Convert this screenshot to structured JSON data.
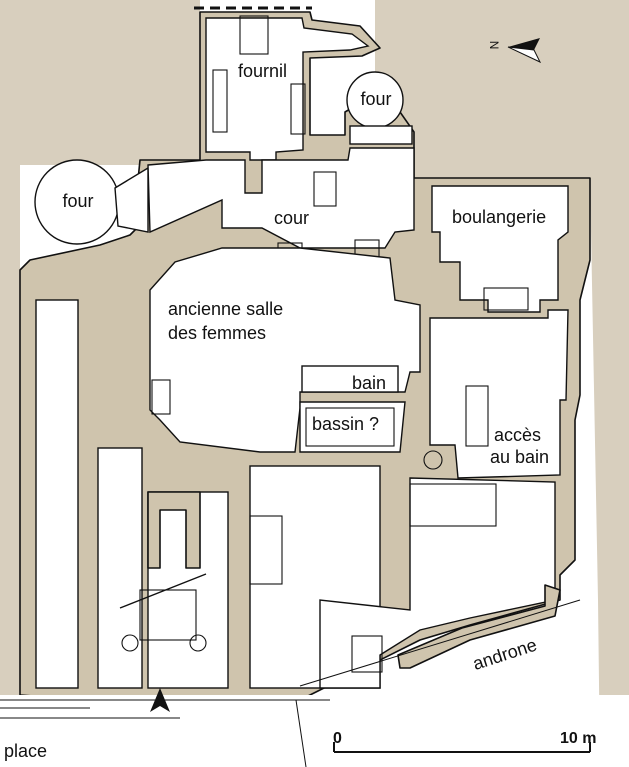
{
  "labels": {
    "fournil": "fournil",
    "four_top": "four",
    "four_left": "four",
    "cour": "cour",
    "boulangerie": "boulangerie",
    "ancienne_salle_line1": "ancienne salle",
    "ancienne_salle_line2": "des femmes",
    "bain": "bain",
    "bassin": "bassin ?",
    "acces_line1": "accès",
    "acces_line2": "au bain",
    "androne": "androne",
    "place": "place"
  },
  "scale_bar": {
    "start": "0",
    "end": "10 m"
  },
  "north_marker": "N",
  "colors": {
    "wall": "#cfc4ad",
    "outside": "#d8cfbe",
    "line": "#111111"
  }
}
